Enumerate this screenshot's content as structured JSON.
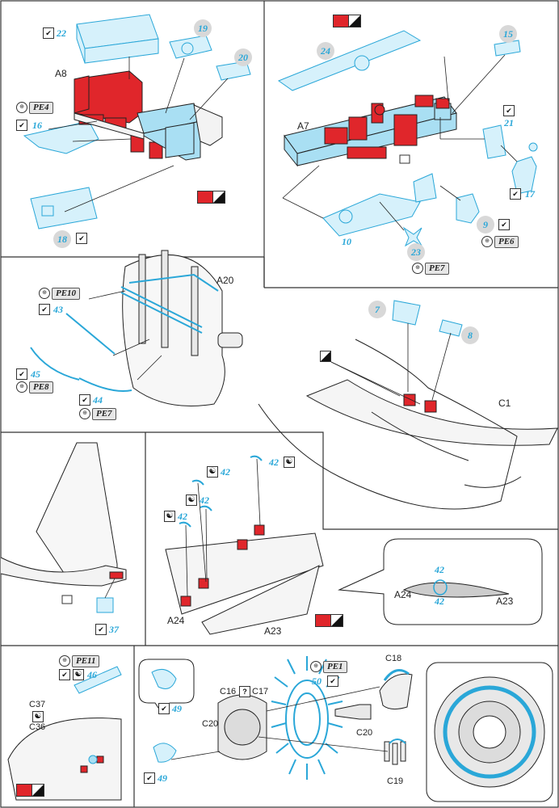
{
  "colors": {
    "pe_blue": "#2aa7d8",
    "pe_fill": "#a9dff3",
    "red_part": "#e0262b",
    "panel_border": "#333333",
    "number_circle": "#d8d8d8"
  },
  "icons": {
    "check": "check-icon",
    "yin_yang": "yin-yang-icon",
    "question": "question-icon",
    "color_swatch": "red-and-bw-swatch-icon",
    "bw_flat": "bw-swatch-icon"
  },
  "panel1": {
    "part_a8": "A8",
    "pe4": "PE4",
    "n22": "22",
    "n19": "19",
    "n20": "20",
    "n16": "16",
    "n18": "18"
  },
  "panel2": {
    "part_a7": "A7",
    "n24": "24",
    "n15": "15",
    "n21": "21",
    "n17": "17",
    "n10": "10",
    "n9": "9",
    "pe6": "PE6",
    "n23": "23",
    "pe7": "PE7"
  },
  "panel3": {
    "part_a20": "A20",
    "pe10": "PE10",
    "n43": "43",
    "n45": "45",
    "pe8": "PE8",
    "n44": "44",
    "pe7": "PE7"
  },
  "panel4": {
    "n7": "7",
    "n8": "8",
    "part_c1": "C1"
  },
  "panel5": {
    "n37": "37"
  },
  "panel6": {
    "n42": "42",
    "part_a24": "A24",
    "part_a23": "A23"
  },
  "panel7": {
    "pe11": "PE11",
    "n46": "46",
    "part_c37": "C37",
    "part_c36": "C36"
  },
  "panel8": {
    "n49": "49",
    "c16": "C16",
    "c17": "C17",
    "pe1": "PE1",
    "n50": "50",
    "c18": "C18",
    "c20": "C20",
    "c19": "C19"
  }
}
